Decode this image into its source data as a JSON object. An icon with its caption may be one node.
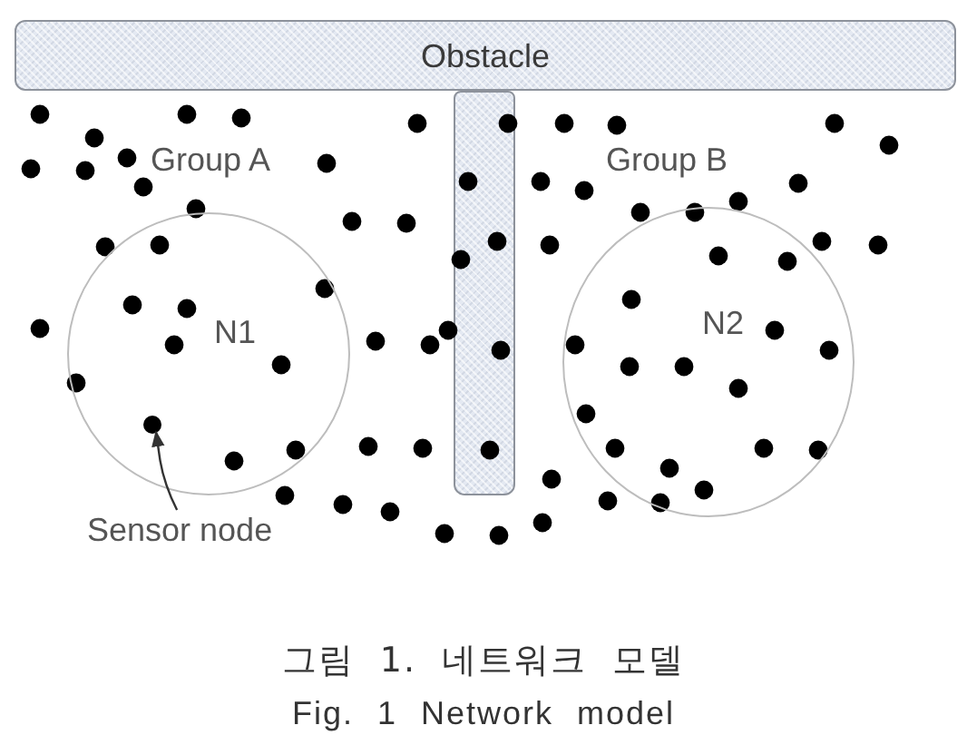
{
  "diagram": {
    "caption": "그림 1. 네트워크 모델",
    "nodes": [
      {
        "text": [
          "Obstacle"
        ]
      },
      {
        "text": [],
        "shape": "bar"
      },
      {
        "text": [
          "N1"
        ]
      },
      {
        "text": [
          "N2"
        ]
      },
      {
        "text": [
          "Sensor node"
        ]
      },
      {
        "text": [],
        "shape": "circle",
        "in": 2
      }
    ],
    "edges": [
      {
        "from": 4,
        "to": 5,
        "arrow": "to"
      }
    ],
    "labels": [
      "Group A",
      "Group B",
      "Fig. 1 Network model"
    ]
  }
}
